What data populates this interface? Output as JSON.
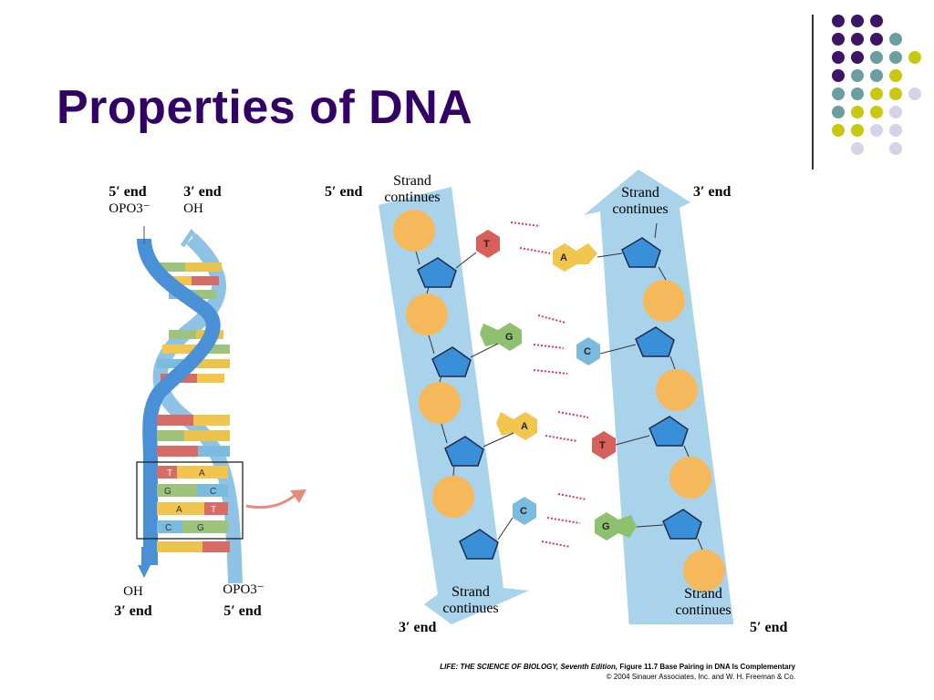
{
  "slide": {
    "title": "Properties of DNA"
  },
  "theme": {
    "title_color": "#330066",
    "dot_purple": "#3d1466",
    "dot_teal": "#6b9e9e",
    "dot_yellow": "#c8c812",
    "dot_lavender": "#d4d4e6"
  },
  "helix": {
    "top_left_end": "5′ end",
    "top_left_group": "OPO3⁻",
    "top_right_end": "3′ end",
    "top_right_group": "OH",
    "bottom_left_group": "OH",
    "bottom_left_end": "3′ end",
    "bottom_right_group": "OPO3⁻",
    "bottom_right_end": "5′ end",
    "boxed_pairs": [
      {
        "left": "T",
        "right": "A"
      },
      {
        "left": "G",
        "right": "C"
      },
      {
        "left": "A",
        "right": "T"
      },
      {
        "left": "C",
        "right": "G"
      }
    ]
  },
  "detail": {
    "top_left_end": "5′ end",
    "top_right_end": "3′ end",
    "bottom_left_end": "3′ end",
    "bottom_right_end": "5′ end",
    "strand_continues": "Strand continues",
    "pairs": [
      {
        "left_base": "T",
        "right_base": "A"
      },
      {
        "left_base": "G",
        "right_base": "C"
      },
      {
        "left_base": "A",
        "right_base": "T"
      },
      {
        "left_base": "C",
        "right_base": "G"
      }
    ]
  },
  "caption": {
    "line1_italic": "LIFE: THE SCIENCE OF BIOLOGY, Seventh Edition,",
    "line1_rest": " Figure 11.7 Base Pairing in DNA Is Complementary",
    "line2": "© 2004 Sinauer Associates, Inc. and W. H. Freeman & Co."
  }
}
